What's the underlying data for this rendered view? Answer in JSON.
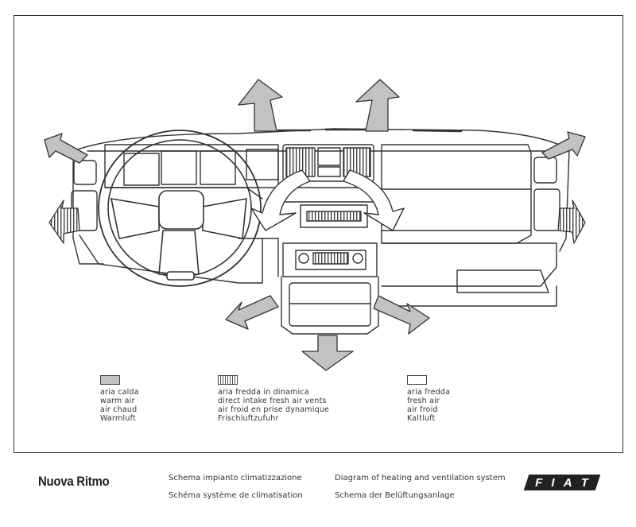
{
  "legend": {
    "warm": [
      "aria calda",
      "warm air",
      "air chaud",
      "Warmluft"
    ],
    "direct": [
      "aria fredda in dinamica",
      "direct intake fresh air vents",
      "air froid en prise dynamique",
      "Frischluftzufuhr"
    ],
    "fresh": [
      "aria fredda",
      "fresh air",
      "air froid",
      "Kaltluft"
    ]
  },
  "footer": {
    "brand": "Nuova Ritmo",
    "caption_it": "Schema impianto climatizzazione",
    "caption_fr": "Schéma système de climatisation",
    "caption_en": "Diagram of heating and ventilation system",
    "caption_de": "Schema der Belüftungsanlage",
    "logo": "FIAT"
  },
  "colors": {
    "warm_air": "#c2c2c2",
    "line": "#333333",
    "logo_bg": "#222222"
  }
}
